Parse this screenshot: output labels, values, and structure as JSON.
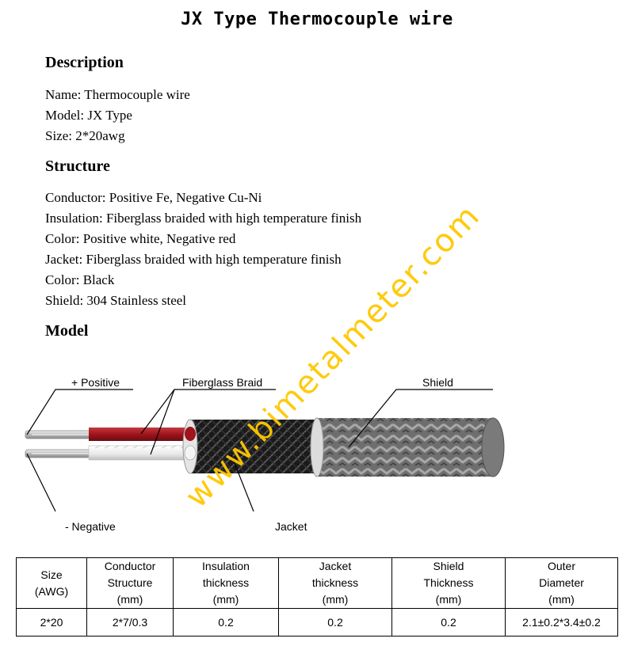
{
  "title": "JX Type Thermocouple wire",
  "description": {
    "heading": "Description",
    "lines": [
      "Name: Thermocouple wire",
      "Model: JX Type",
      "Size: 2*20awg"
    ]
  },
  "structure": {
    "heading": "Structure",
    "lines": [
      "Conductor: Positive Fe, Negative Cu-Ni",
      "Insulation: Fiberglass braided with high temperature finish",
      "Color: Positive white, Negative red",
      "Jacket: Fiberglass braided with high temperature finish",
      "Color: Black",
      "Shield: 304 Stainless steel"
    ]
  },
  "model": {
    "heading": "Model",
    "labels": {
      "positive": "+ Positive",
      "braid": "Fiberglass Braid",
      "shield": "Shield",
      "negative": "- Negative",
      "jacket": "Jacket"
    }
  },
  "watermark": "www.bimetalmeter.com",
  "table": {
    "headers": [
      [
        "Size",
        "(AWG)"
      ],
      [
        "Conductor",
        "Structure",
        "(mm)"
      ],
      [
        "Insulation",
        "thickness",
        "(mm)"
      ],
      [
        "Jacket",
        "thickness",
        "(mm)"
      ],
      [
        "Shield",
        "Thickness",
        "(mm)"
      ],
      [
        "Outer",
        "Diameter",
        "(mm)"
      ]
    ],
    "row": [
      "2*20",
      "2*7/0.3",
      "0.2",
      "0.2",
      "0.2",
      "2.1±0.2*3.4±0.2"
    ]
  },
  "colors": {
    "watermark": "#ffc800",
    "insulation_red": "#a0141c",
    "jacket_black": "#1a1a1a",
    "shield_gray": "#6e6e6e"
  }
}
